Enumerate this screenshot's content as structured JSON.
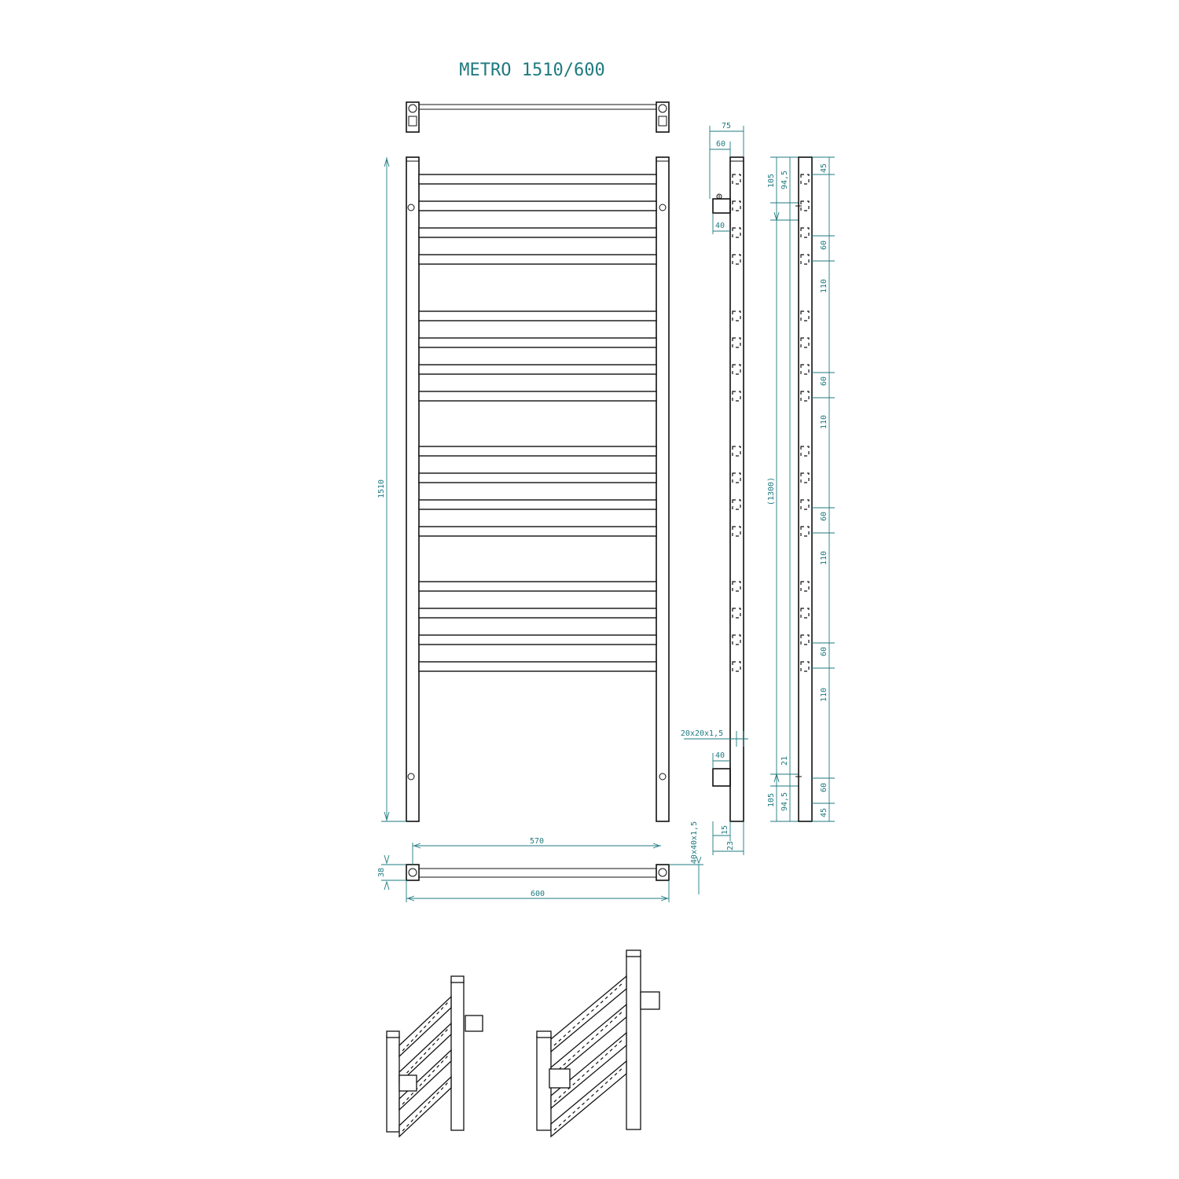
{
  "title": "METRO 1510/600",
  "colors": {
    "dimension": "#1f7a80",
    "line": "#111111"
  },
  "front_view": {
    "bar_count": 16,
    "height_label": "1510",
    "inner_width_label": "570",
    "width_label": "600",
    "depth_label": "38"
  },
  "side_view": {
    "total_depth_label": "75",
    "inner_depth_label": "60",
    "valve_top_label": "40",
    "valve_bottom_label": "40",
    "bar_profile_label": "20x20x1,5",
    "upright_profile_label": "40x40x1,5",
    "bottom_label_a": "15",
    "bottom_label_b": "23"
  },
  "height_dims": {
    "top_105": "105",
    "top_94": "94,5",
    "center": "(1300)",
    "bottom_21": "21",
    "bottom_105": "105",
    "bottom_94": "94,5"
  },
  "right_dims": {
    "top_45": "45",
    "g1_60": "60",
    "g1_110": "110",
    "g2_60": "60",
    "g2_110": "110",
    "g3_60": "60",
    "g3_110": "110",
    "g4_60": "60",
    "g4_110": "110",
    "g5_60": "60",
    "bottom_45": "45"
  }
}
